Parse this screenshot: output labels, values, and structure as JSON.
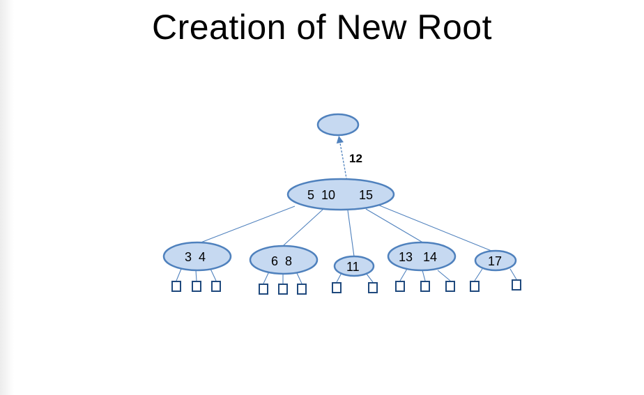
{
  "title": "Creation of New Root",
  "promoted_key": "12",
  "nodes": {
    "new_root": "",
    "root": {
      "left": "5  10",
      "right": "15"
    },
    "child_3_4": "3  4",
    "child_6_8": "6  8",
    "child_11": "11",
    "child_13_14": "13   14",
    "child_17": "17"
  },
  "colors": {
    "node_fill": "#c6d9f1",
    "node_stroke": "#4f81bd",
    "leaf_stroke": "#1f497d"
  }
}
